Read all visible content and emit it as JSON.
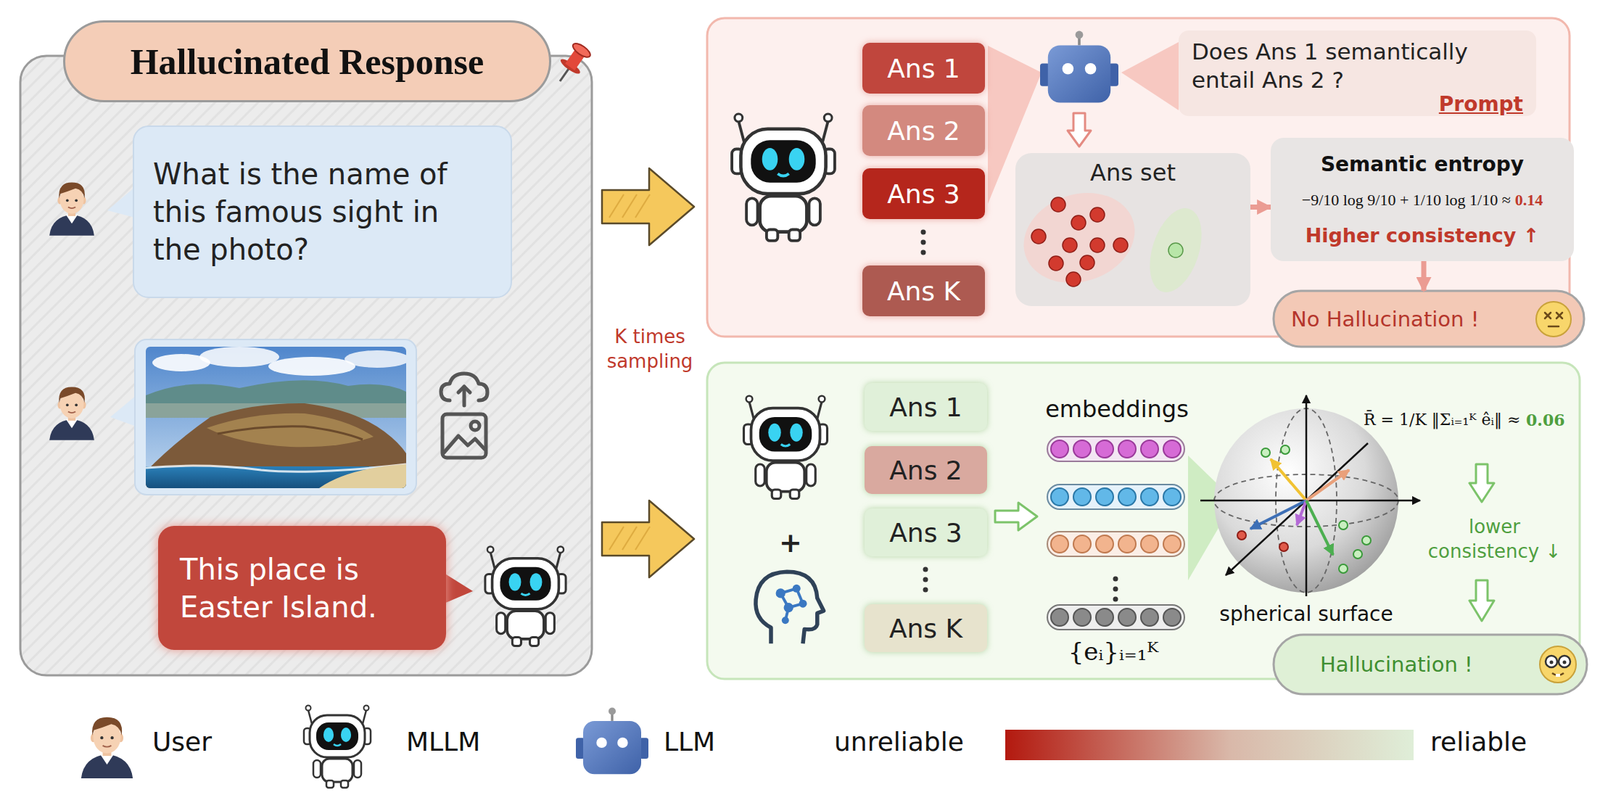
{
  "diagram": {
    "nodes": [
      {
        "text": [
          "Hallucinated Response"
        ]
      },
      {
        "text": [
          "What is the name of this famous sight in the photo?"
        ],
        "in": 0
      },
      {
        "text": [
          "This place is Easter Island."
        ],
        "in": 0
      },
      {
        "text": [
          "Ans 1"
        ]
      },
      {
        "text": [
          "Ans 2"
        ]
      },
      {
        "text": [
          "Ans 3"
        ]
      },
      {
        "text": [
          "Ans K"
        ]
      },
      {
        "text": [
          "Does Ans 1 semantically entail Ans 2 ?",
          "Prompt"
        ]
      },
      {
        "text": [
          "Ans set"
        ]
      },
      {
        "text": [
          "Semantic entropy",
          "−9/10 log 9/10 + 1/10 log 1/10 ≈",
          "0.14",
          "Higher consistency ↑"
        ]
      },
      {
        "text": [
          "No Hallucination !"
        ]
      },
      {
        "text": [
          "Ans 1"
        ]
      },
      {
        "text": [
          "Ans 2"
        ]
      },
      {
        "text": [
          "Ans 3"
        ]
      },
      {
        "text": [
          "Ans K"
        ]
      },
      {
        "text": [
          "Hallucination !"
        ]
      }
    ],
    "edges": [
      {
        "from": 8,
        "to": 9,
        "arrow": "to"
      },
      {
        "from": 9,
        "to": 10,
        "arrow": "to"
      }
    ],
    "labels": [
      "K times sampling",
      "embeddings",
      "{eᵢ}ᵢ₌₁ᴷ",
      "spherical surface",
      "R̄ = 1/K ‖Σᵢ₌₁ᴷ êᵢ‖ ≈",
      "0.06",
      "lower consistency ↓",
      "+",
      "unreliable",
      "reliable"
    ],
    "legend": [
      {
        "text": "User"
      },
      {
        "text": "MLLM"
      },
      {
        "text": "LLM"
      }
    ]
  }
}
